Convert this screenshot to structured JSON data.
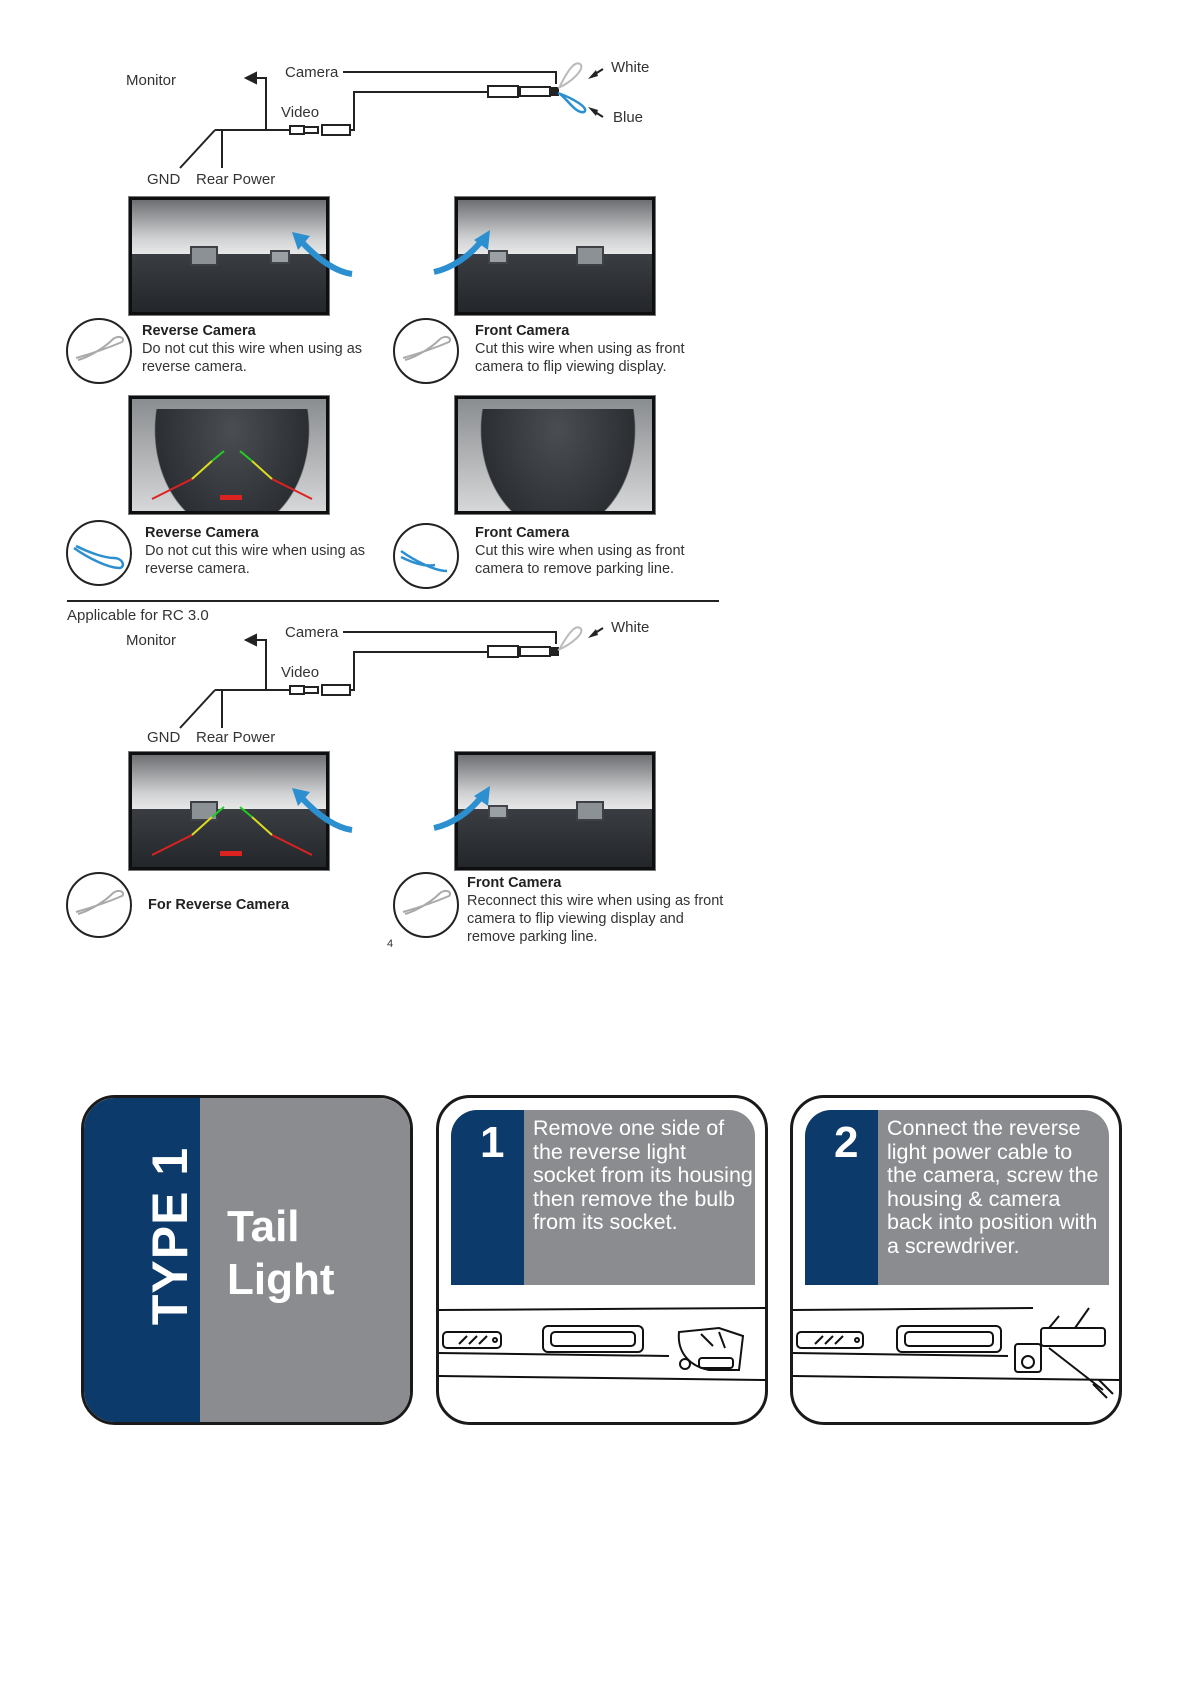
{
  "diagram1": {
    "monitor": "Monitor",
    "camera": "Camera",
    "video": "Video",
    "gnd": "GND",
    "rear_power": "Rear Power",
    "white": "White",
    "blue": "Blue"
  },
  "panels1": [
    {
      "title": "Reverse Camera",
      "desc": "Do not cut this wire when using as reverse camera."
    },
    {
      "title": "Front Camera",
      "desc": "Cut this wire when using as front camera to flip viewing display."
    },
    {
      "title": "Reverse Camera",
      "desc": "Do not cut this wire when using as reverse camera."
    },
    {
      "title": "Front Camera",
      "desc": "Cut this wire when using as front camera to remove parking line."
    }
  ],
  "applicable_label": "Applicable for RC 3.0",
  "diagram2": {
    "monitor": "Monitor",
    "camera": "Camera",
    "video": "Video",
    "gnd": "GND",
    "rear_power": "Rear Power",
    "white": "White"
  },
  "panels2": [
    {
      "title": "For Reverse Camera"
    },
    {
      "title": "Front Camera",
      "desc": "Reconnect this wire when using as front camera to flip viewing display and remove parking line."
    }
  ],
  "page_number": "4",
  "type_card": {
    "type": "TYPE 1",
    "title_line1": "Tail",
    "title_line2": "Light"
  },
  "steps": [
    {
      "number": "1",
      "text": "Remove one side of the reverse light socket from its housing then remove the bulb from its socket."
    },
    {
      "number": "2",
      "text": "Connect the reverse light power cable to the camera, screw the housing & camera back into position with a screwdriver."
    }
  ],
  "colors": {
    "navy": "#0b3a6b",
    "grey": "#8a8c8f",
    "wire_blue": "#2c8fd0"
  }
}
